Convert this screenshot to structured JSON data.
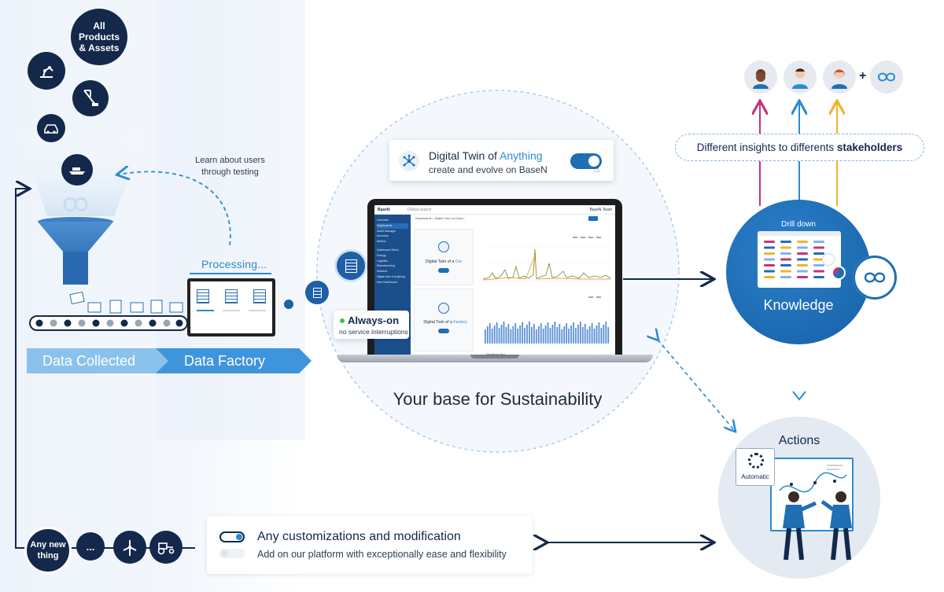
{
  "sources": {
    "all_products_label": "All Products & Assets",
    "learn_label": "Learn about users through testing"
  },
  "pipeline": {
    "processing_label": "Processing...",
    "stage1": "Data Collected",
    "stage2": "Data Factory"
  },
  "twin_card": {
    "title_prefix": "Digital Twin of",
    "title_highlight": "Anything",
    "subtitle": "create and evolve on BaseN"
  },
  "always_on": {
    "title": "Always-on",
    "subtitle": "no service interruptions"
  },
  "laptop": {
    "app_name": "BaseN",
    "search_placeholder": "Global search",
    "breadcrumb": "Dashboards > Digital Twin List Base...",
    "user": "BaseN Team",
    "model_label": "MacBook Pro",
    "sidebar_items": [
      "Overview",
      "Dashboards",
      "Asset Manager",
      "Inventory",
      "Metrics"
    ],
    "sidebar_tree": [
      "Dashboard Menu",
      "Energy",
      "Logistics",
      "Manufacturing",
      "Weather",
      "Digital twin of Anything",
      "New Dashboard"
    ],
    "panel_car_prefix": "Digital Twin of a",
    "panel_car_highlight": "Car",
    "panel_factory_prefix": "Digital Twin of a",
    "panel_factory_highlight": "Factory"
  },
  "tagline": "Your base for Sustainability",
  "insights": {
    "prefix": "Different insights to differents",
    "bold": "stakeholders"
  },
  "knowledge": {
    "drill_down": "Drill down",
    "title": "Knowledge"
  },
  "actions": {
    "title": "Actions",
    "automatic": "Automatic"
  },
  "custom_card": {
    "title": "Any customizations and modification",
    "subtitle": "Add on our platform with exceptionally ease and flexibility"
  },
  "bottom_sources": {
    "new_thing": "Any new thing",
    "ellipsis": "..."
  },
  "colors": {
    "navy": "#13284b",
    "blue": "#1f6fb2",
    "accent": "#2b8bd0",
    "light_blue": "#5aa7e0",
    "stage_blue": "#6fb3e6",
    "magenta": "#c2347f",
    "yellow": "#f0b429",
    "green": "#2ecc40"
  },
  "icons": [
    "robot-arm-icon",
    "crane-icon",
    "car-icon",
    "ship-icon",
    "infinity-icon",
    "windmill-icon",
    "tractor-icon",
    "document-icon",
    "network-icon",
    "gear-icon",
    "cursor-icon"
  ]
}
